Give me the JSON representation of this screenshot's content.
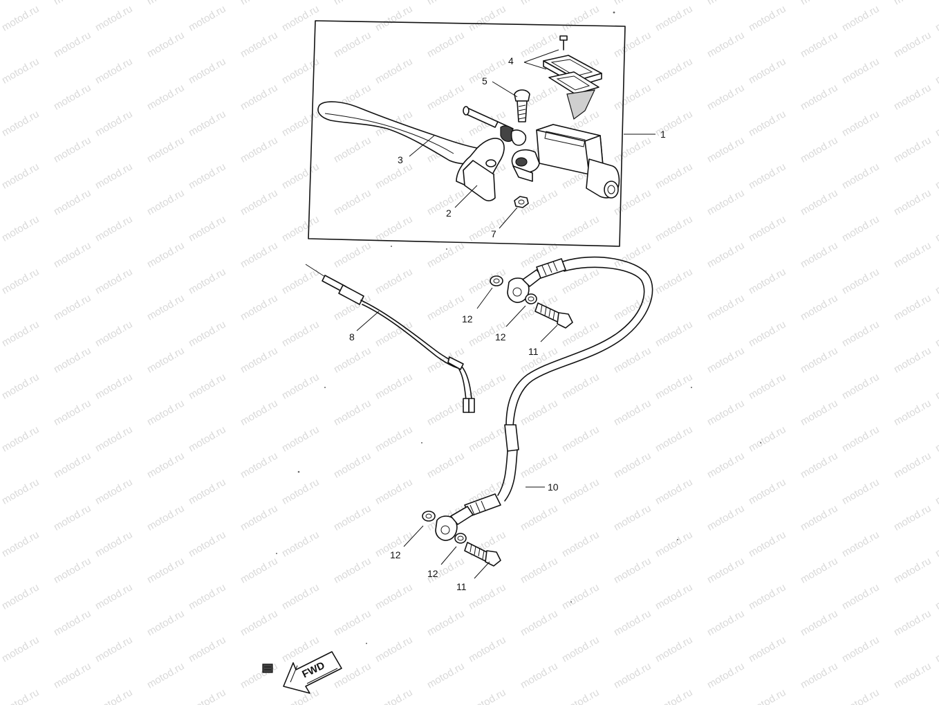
{
  "watermark": "motod.ru",
  "callouts": {
    "c1": "1",
    "c2": "2",
    "c3": "3",
    "c4": "4",
    "c5": "5",
    "c7": "7",
    "c8": "8",
    "c10": "10",
    "c11a": "11",
    "c11b": "11",
    "c12a": "12",
    "c12b": "12",
    "c12c": "12",
    "c12d": "12"
  },
  "direction_arrow": {
    "label": "FWD"
  },
  "colors": {
    "line": "#111111",
    "watermark": "#d9d9d9",
    "background": "#ffffff"
  }
}
